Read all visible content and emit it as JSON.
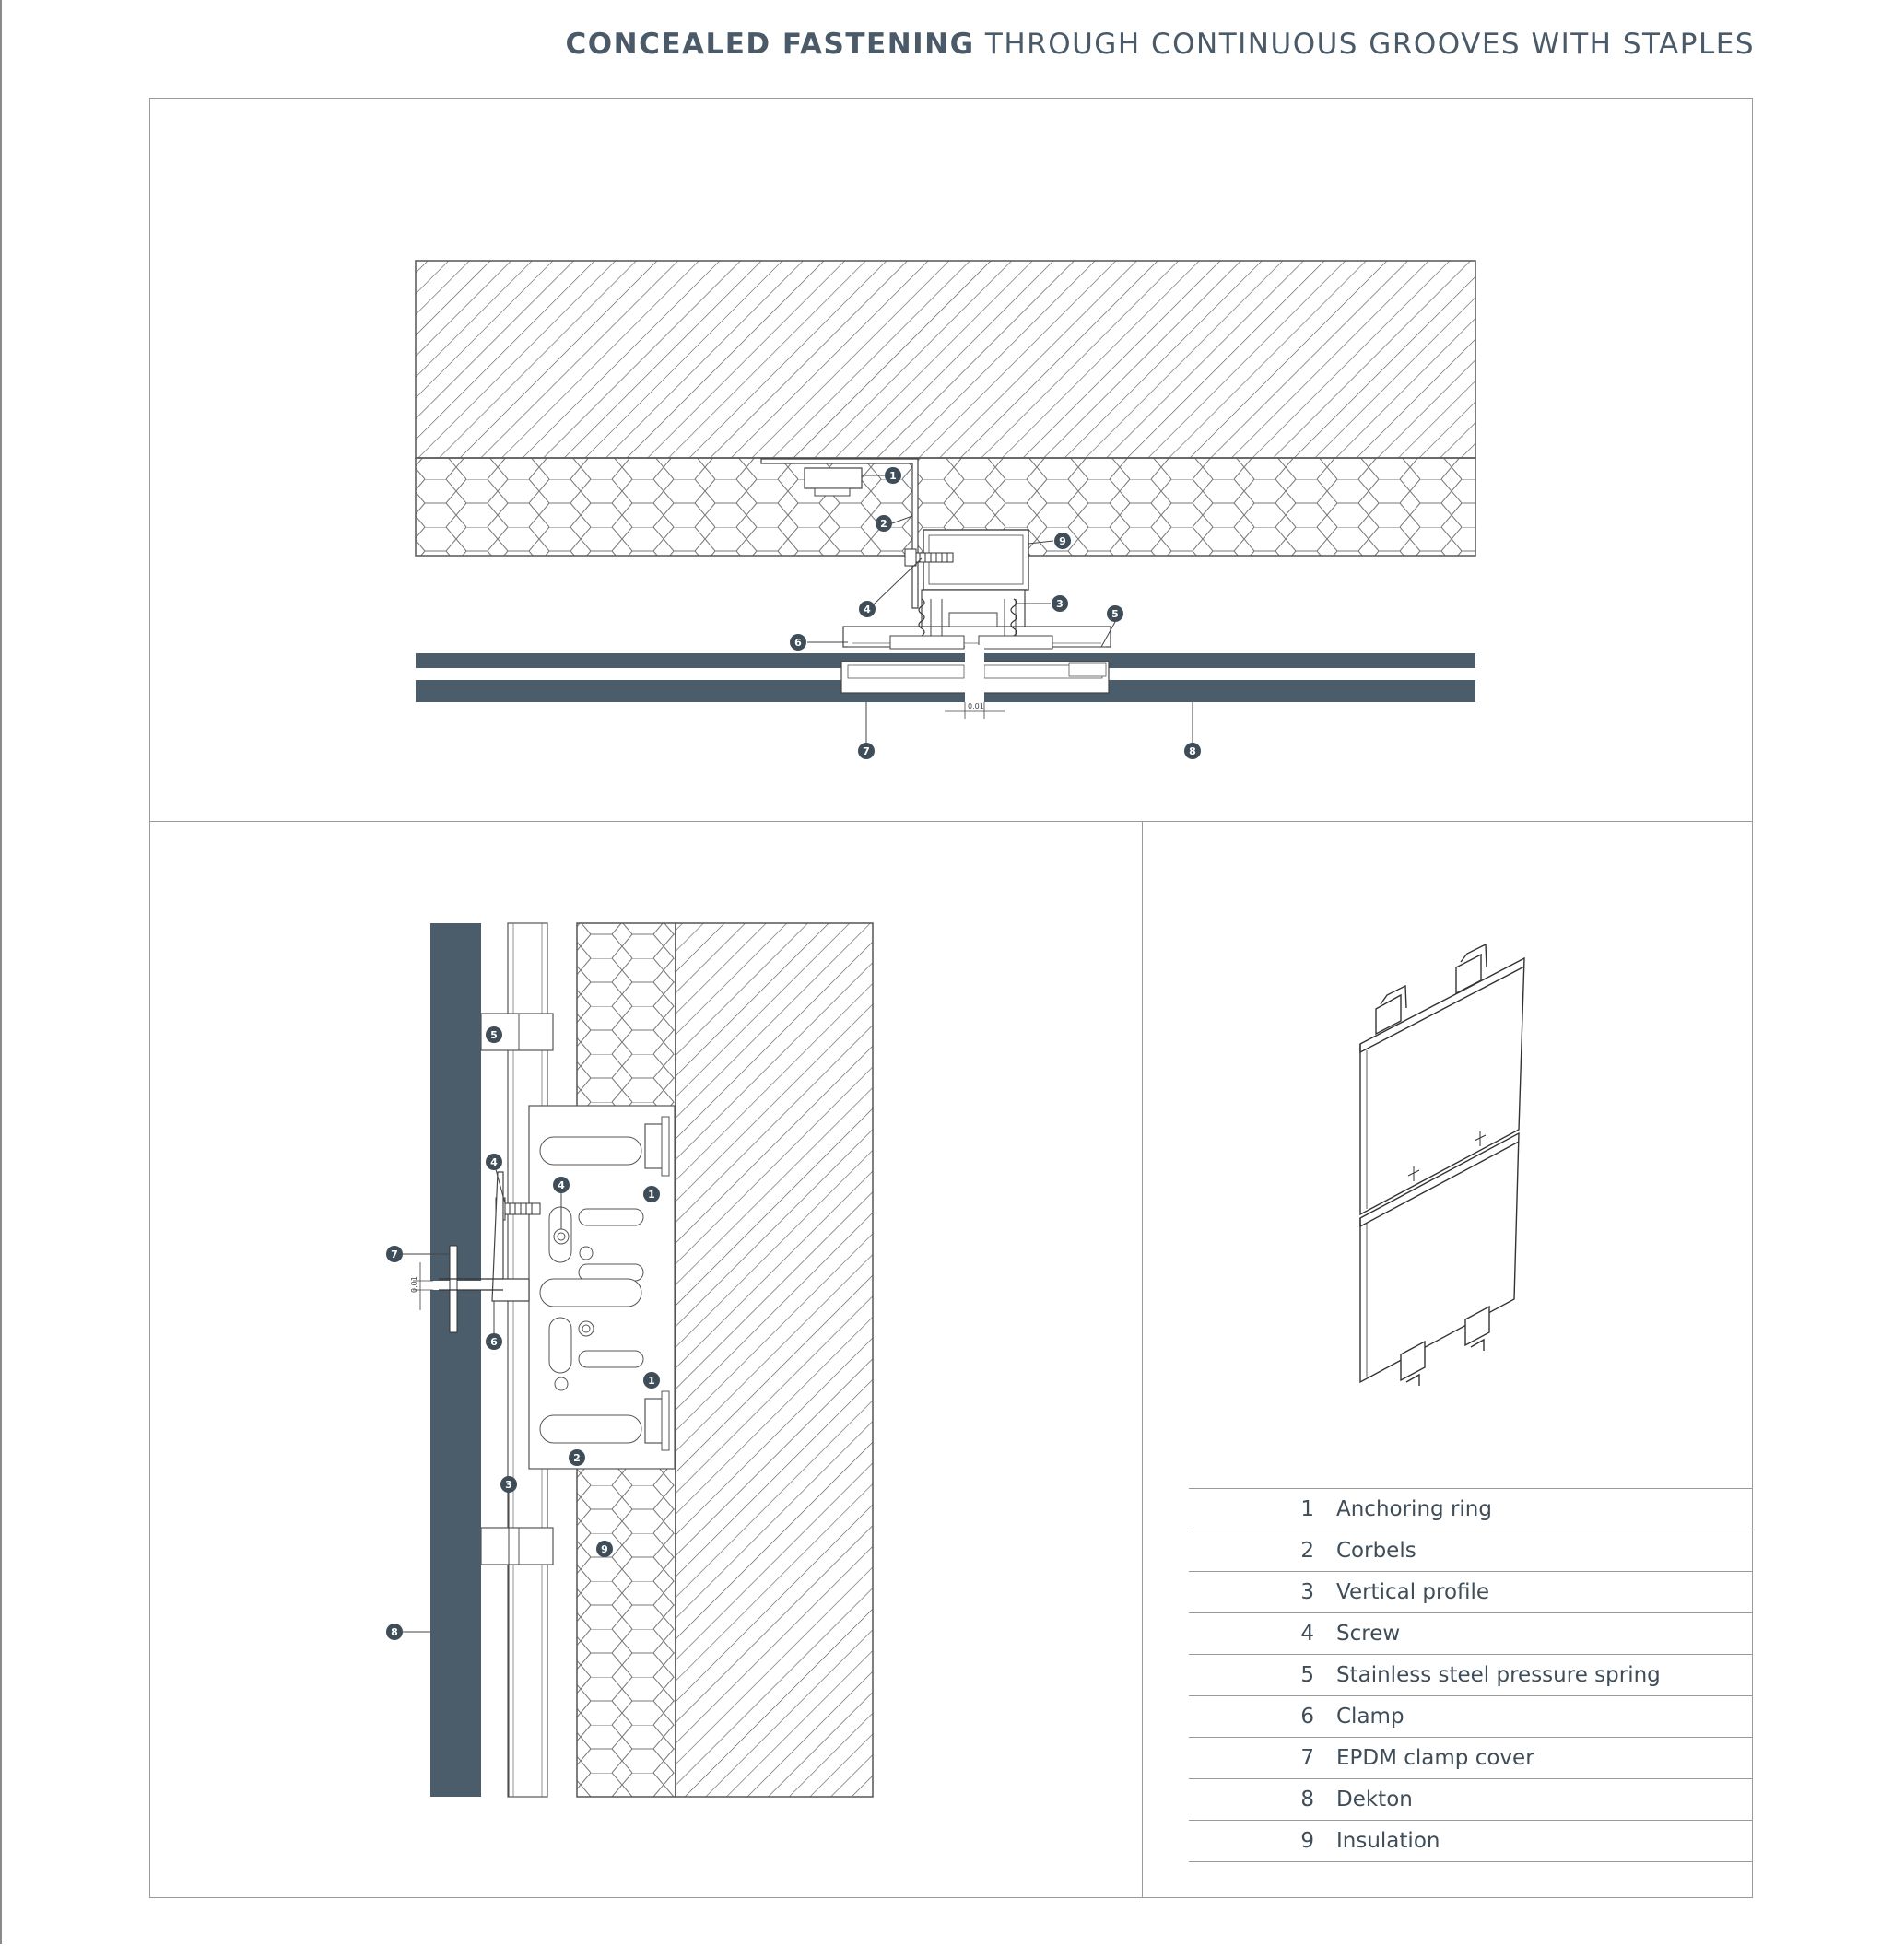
{
  "header": {
    "title_bold": "CONCEALED FASTENING",
    "title_rest": " THROUGH CONTINUOUS GROOVES WITH STAPLES"
  },
  "colors": {
    "panel": "#4b5d6b",
    "line": "#444444",
    "frame": "#9a9a9a"
  },
  "callouts": {
    "c1": "1",
    "c2": "2",
    "c3": "3",
    "c4": "4",
    "c5": "5",
    "c6": "6",
    "c7": "7",
    "c8": "8",
    "c9": "9"
  },
  "dimension_label": "0,01",
  "legend": [
    {
      "num": "1",
      "label": "Anchoring ring"
    },
    {
      "num": "2",
      "label": "Corbels"
    },
    {
      "num": "3",
      "label": "Vertical profile"
    },
    {
      "num": "4",
      "label": "Screw"
    },
    {
      "num": "5",
      "label": "Stainless steel pressure spring"
    },
    {
      "num": "6",
      "label": "Clamp"
    },
    {
      "num": "7",
      "label": "EPDM clamp cover"
    },
    {
      "num": "8",
      "label": "Dekton"
    },
    {
      "num": "9",
      "label": "Insulation"
    }
  ]
}
